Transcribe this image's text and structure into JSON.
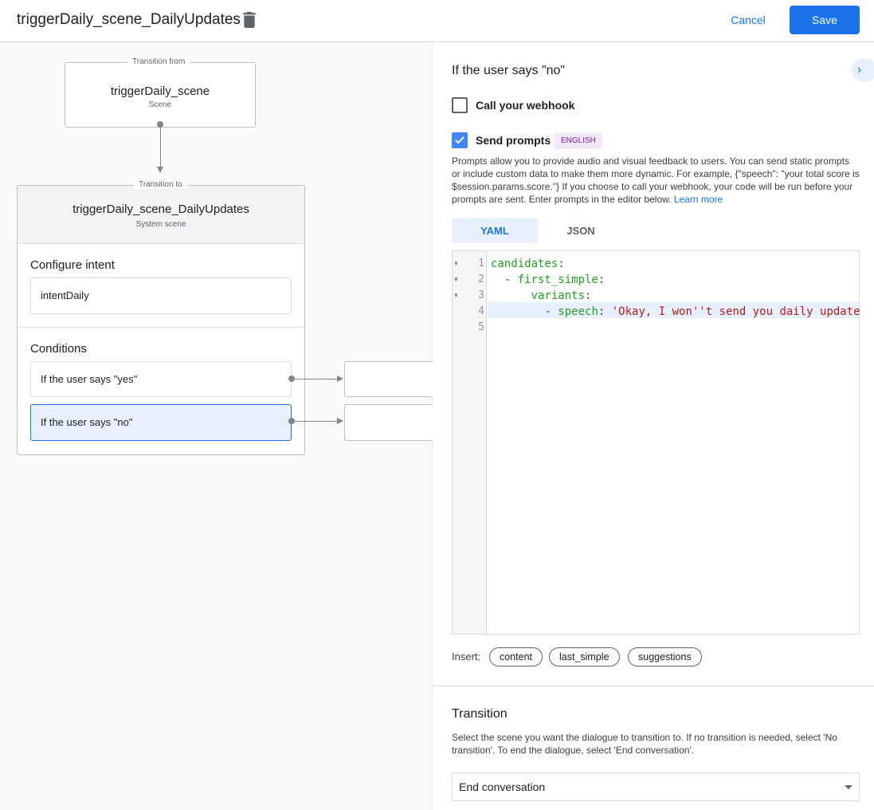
{
  "header": {
    "title": "triggerDaily_scene_DailyUpdates",
    "cancel_label": "Cancel",
    "save_label": "Save"
  },
  "canvas": {
    "from": {
      "legend": "Transition from",
      "name": "triggerDaily_scene",
      "type": "Scene"
    },
    "to": {
      "legend": "Transition to",
      "name": "triggerDaily_scene_DailyUpdates",
      "type": "System scene"
    },
    "configure_intent": {
      "label": "Configure intent",
      "value": "intentDaily"
    },
    "conditions": {
      "label": "Conditions",
      "items": [
        {
          "label": "If the user says \"yes\""
        },
        {
          "label": "If the user says \"no\"",
          "selected": true
        }
      ]
    }
  },
  "panel": {
    "title": "If the user says \"no\"",
    "webhook": {
      "label": "Call your webhook",
      "checked": false
    },
    "prompts": {
      "label": "Send prompts",
      "checked": true,
      "badge": "ENGLISH",
      "description": "Prompts allow you to provide audio and visual feedback to users. You can send static prompts or include custom data to make them more dynamic. For example, {\"speech\": \"your total score is $session.params.score.\"} If you choose to call your webhook, your code will be run before your prompts are sent. Enter prompts in the editor below.",
      "learn_more": "Learn more"
    },
    "tabs": [
      {
        "label": "YAML",
        "active": true
      },
      {
        "label": "JSON",
        "active": false
      }
    ],
    "editor": {
      "line_numbers": [
        "1",
        "2",
        "3",
        "4",
        "5"
      ],
      "lines": [
        {
          "indent": "",
          "dash": "",
          "key": "candidates",
          "colon": ":",
          "str": ""
        },
        {
          "indent": "  ",
          "dash": "- ",
          "key": "first_simple",
          "colon": ":",
          "str": ""
        },
        {
          "indent": "      ",
          "dash": "",
          "key": "variants",
          "colon": ":",
          "str": ""
        },
        {
          "indent": "        ",
          "dash": "- ",
          "key": "speech",
          "colon": ": ",
          "str": "'Okay, I won''t send you daily update"
        },
        {
          "indent": "",
          "dash": "",
          "key": "",
          "colon": "",
          "str": ""
        }
      ]
    },
    "insert": {
      "label": "Insert:",
      "chips": [
        "content",
        "last_simple",
        "suggestions"
      ]
    },
    "transition": {
      "title": "Transition",
      "description": "Select the scene you want the dialogue to transition to. If no transition is needed, select 'No transition'. To end the dialogue, select 'End conversation'.",
      "selected": "End conversation"
    },
    "colors": {
      "accent": "#1a73e8",
      "selected_bg": "#e8f0fe",
      "badge_bg": "#f3e8fd",
      "badge_text": "#7b1fa2"
    }
  }
}
